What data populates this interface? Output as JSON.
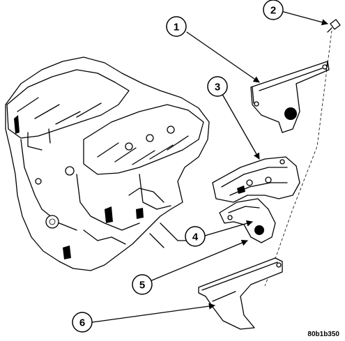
{
  "callouts": [
    {
      "id": "1",
      "label": "1"
    },
    {
      "id": "2",
      "label": "2"
    },
    {
      "id": "3",
      "label": "3"
    },
    {
      "id": "4",
      "label": "4"
    },
    {
      "id": "5",
      "label": "5"
    },
    {
      "id": "6",
      "label": "6"
    }
  ],
  "figure_id": "80b1b350"
}
